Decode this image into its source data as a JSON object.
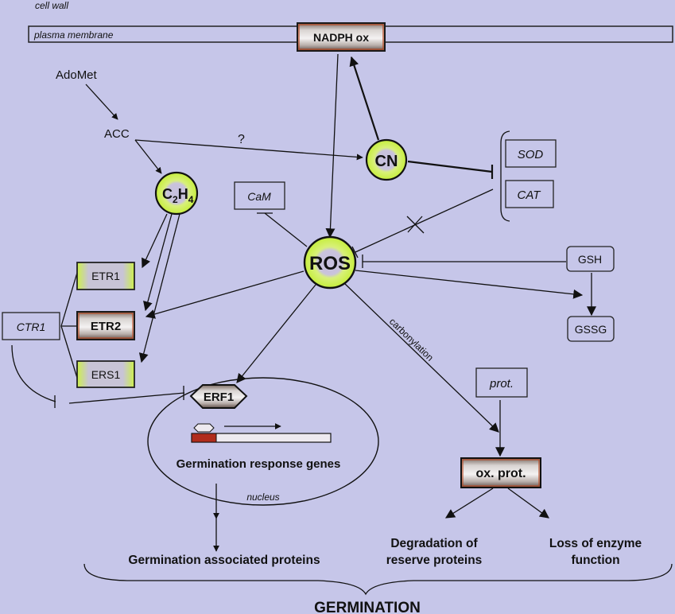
{
  "diagram": {
    "labels": {
      "cell_wall": "cell wall",
      "plasma_membrane": "plasma membrane",
      "nadph_ox": "NADPH ox",
      "adomet": "AdoMet",
      "acc": "ACC",
      "question": "?",
      "c2h4_c": "C",
      "c2h4_2": "2",
      "c2h4_h": "H",
      "c2h4_4": "4",
      "cn": "CN",
      "sod": "SOD",
      "cat": "CAT",
      "cam": "CaM",
      "ros": "ROS",
      "gsh": "GSH",
      "gssg": "GSSG",
      "etr1": "ETR1",
      "etr2": "ETR2",
      "ers1": "ERS1",
      "ctr1": "CTR1",
      "erf1": "ERF1",
      "germination_response_genes": "Germination response genes",
      "nucleus": "nucleus",
      "carbonylation": "carbonylation",
      "prot": "prot.",
      "ox_prot": "ox. prot.",
      "germination_associated_proteins": "Germination associated proteins",
      "degradation_line1": "Degradation of",
      "degradation_line2": "reserve proteins",
      "loss_line1": "Loss of enzyme",
      "loss_line2": "function",
      "germination": "GERMINATION"
    },
    "colors": {
      "background": "#c6c6e9",
      "node_ring": "#cdf25a",
      "node_core": "#c8c2dd",
      "highlight_border": "#b8441c",
      "gene_promoter": "#b02c1c"
    }
  }
}
